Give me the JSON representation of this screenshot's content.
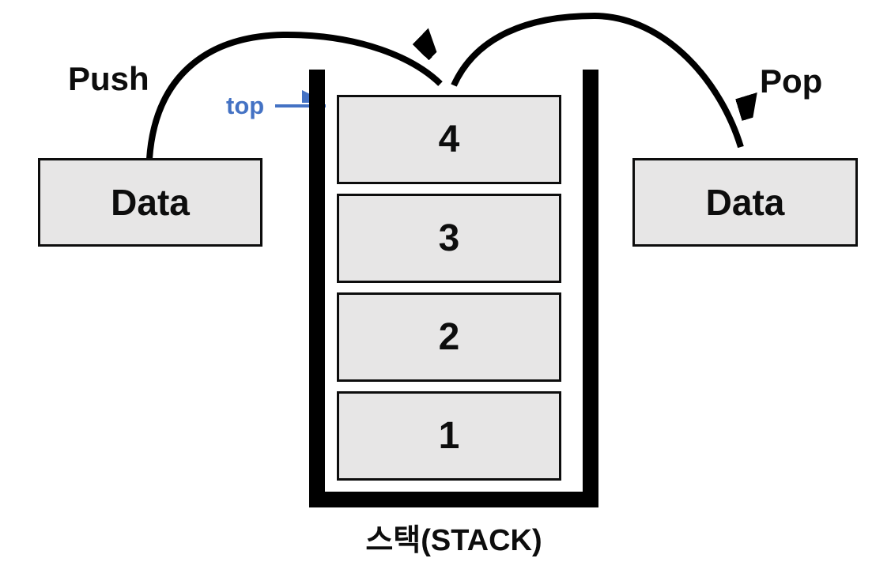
{
  "diagram": {
    "push_label": "Push",
    "pop_label": "Pop",
    "top_label": "top",
    "push_data_label": "Data",
    "pop_data_label": "Data",
    "stack_items": [
      "4",
      "3",
      "2",
      "1"
    ],
    "caption": "스택(STACK)",
    "colors": {
      "box_fill": "#e7e6e6",
      "box_border": "#0d0d0d",
      "wall_black": "#000000",
      "top_pointer_blue": "#4472c4",
      "background": "#ffffff"
    }
  }
}
